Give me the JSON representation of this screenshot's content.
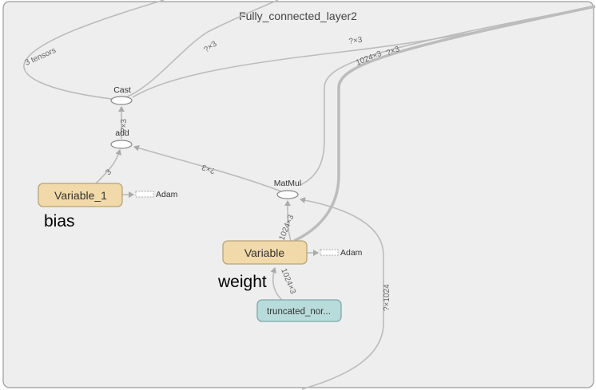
{
  "graph": {
    "title": "Fully_connected_layer2",
    "nodes": {
      "cast": "Cast",
      "add": "add",
      "matmul": "MatMul",
      "variable_1": "Variable_1",
      "variable": "Variable",
      "truncated": "truncated_nor...",
      "adam_1": "Adam",
      "adam_2": "Adam"
    },
    "annotations": {
      "bias": "bias",
      "weight": "weight"
    },
    "edge_labels": {
      "three_tensors": "3 tensors",
      "cast_top": "?×3",
      "right_top": "?×3",
      "thick_top": "1024×3",
      "thick_top_2": "?×3",
      "add_to_cast": "?×3",
      "var1_to_add": "3",
      "matmul_to_add": "?×3",
      "var_to_matmul": "1024×3",
      "trunc_to_var": "1024×3",
      "right_input": "?×1024"
    }
  }
}
